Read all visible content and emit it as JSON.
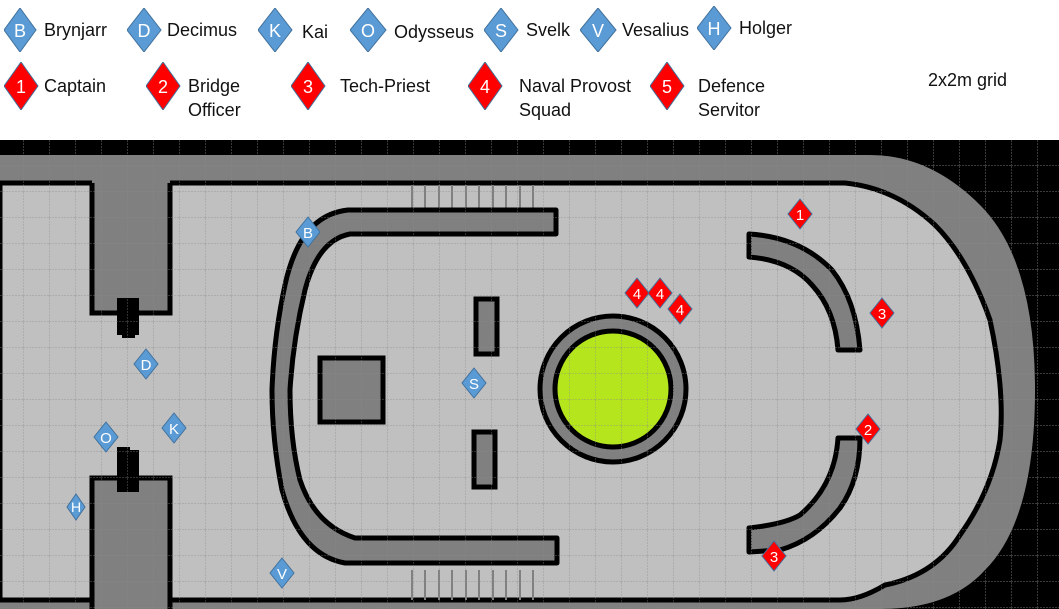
{
  "legend": {
    "players": [
      {
        "letter": "B",
        "name": "Brynjarr"
      },
      {
        "letter": "D",
        "name": "Decimus"
      },
      {
        "letter": "K",
        "name": "Kai"
      },
      {
        "letter": "O",
        "name": "Odysseus"
      },
      {
        "letter": "S",
        "name": "Svelk"
      },
      {
        "letter": "V",
        "name": "Vesalius"
      },
      {
        "letter": "H",
        "name": "Holger"
      }
    ],
    "enemies": [
      {
        "number": "1",
        "name": "Captain"
      },
      {
        "number": "2",
        "name": "Bridge\nOfficer"
      },
      {
        "number": "3",
        "name": "Tech-Priest"
      },
      {
        "number": "4",
        "name": "Naval Provost\nSquad"
      },
      {
        "number": "5",
        "name": "Defence\nServitor"
      }
    ],
    "grid_scale": "2x2m grid"
  },
  "colors": {
    "player_token": "#5b9bd5",
    "enemy_token": "#ff0000",
    "floor": "#c0c0c0",
    "wall": "#808080",
    "void": "#000000",
    "reactor_core": "#b5e61d"
  },
  "tokens": [
    {
      "label": "B",
      "side": "player",
      "name": "Brynjarr"
    },
    {
      "label": "D",
      "side": "player",
      "name": "Decimus"
    },
    {
      "label": "K",
      "side": "player",
      "name": "Kai"
    },
    {
      "label": "O",
      "side": "player",
      "name": "Odysseus"
    },
    {
      "label": "S",
      "side": "player",
      "name": "Svelk"
    },
    {
      "label": "V",
      "side": "player",
      "name": "Vesalius"
    },
    {
      "label": "H",
      "side": "player",
      "name": "Holger"
    },
    {
      "label": "1",
      "side": "enemy",
      "name": "Captain"
    },
    {
      "label": "2",
      "side": "enemy",
      "name": "Bridge Officer"
    },
    {
      "label": "3",
      "side": "enemy",
      "name": "Tech-Priest"
    },
    {
      "label": "3",
      "side": "enemy",
      "name": "Tech-Priest"
    },
    {
      "label": "4",
      "side": "enemy",
      "name": "Naval Provost Squad"
    },
    {
      "label": "4",
      "side": "enemy",
      "name": "Naval Provost Squad"
    },
    {
      "label": "4",
      "side": "enemy",
      "name": "Naval Provost Squad"
    }
  ]
}
